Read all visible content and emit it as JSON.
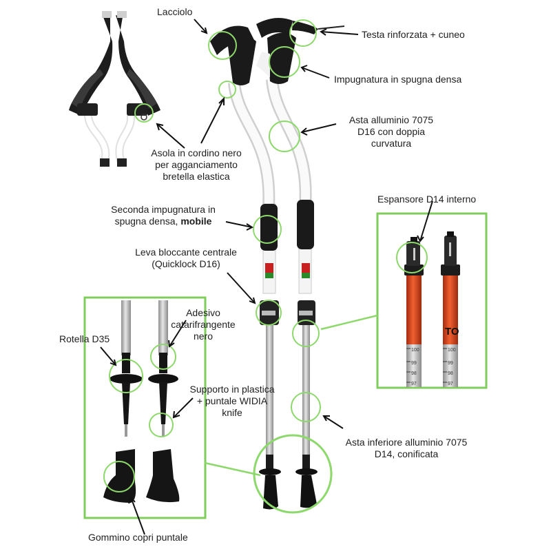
{
  "labels": {
    "lacciolo": "Lacciolo",
    "testa": "Testa rinforzata + cuneo",
    "impugnatura": "Impugnatura in spugna densa",
    "asta_line1": "Asta alluminio 7075",
    "asta_line2": "D16 con doppia",
    "asta_line3": "curvatura",
    "asola_line1": "Asola in cordino nero",
    "asola_line2": "per agganciamento",
    "asola_line3": "bretella elastica",
    "seconda_line1": "Seconda impugnatura in",
    "seconda_line2_text": "spugna densa, ",
    "seconda_line2_bold": "mobile",
    "leva_line1": "Leva bloccante centrale",
    "leva_line2": "(Quicklock D16)",
    "espansore": "Espansore D14 interno",
    "adesivo_line1": "Adesivo",
    "adesivo_line2": "catarifrangente",
    "adesivo_line3": "nero",
    "rotella": "Rotella D35",
    "supporto_line1": "Supporto in plastica",
    "supporto_line2": "+ puntale WIDIA",
    "supporto_line3": "knife",
    "asta_inf_line1": "Asta inferiore alluminio 7075",
    "asta_inf_line2": "D14, conificata",
    "gommino": "Gommino copri puntale"
  },
  "scale_marks": [
    "100",
    "99",
    "98",
    "97"
  ],
  "brand_text": "TO",
  "colors": {
    "highlight": "#8dd86b",
    "frame": "#7fce5c",
    "shaft_white": "#f4f4f4",
    "grip_black": "#1a1a1a",
    "aluminium": "#bdbdbd",
    "orange": "#d9441c"
  }
}
